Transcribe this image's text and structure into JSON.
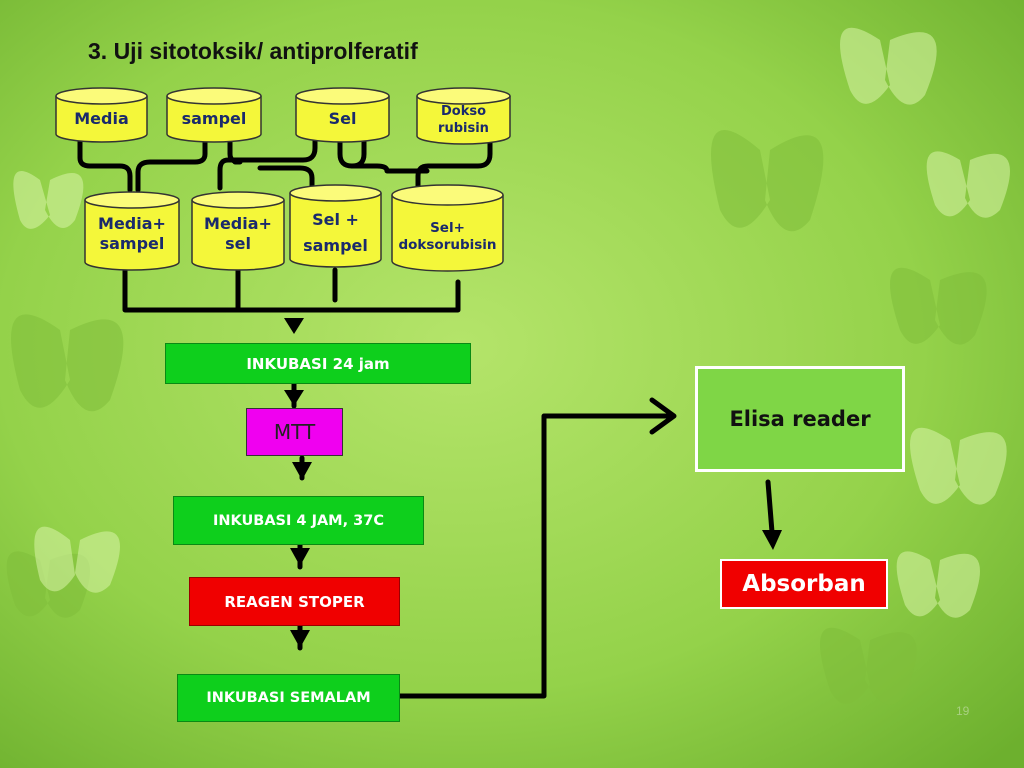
{
  "slide": {
    "title": "3.  Uji sitotoksik/ antiprolferatif",
    "page_number": "19"
  },
  "inputs": [
    "Media",
    "sampel",
    "Sel",
    "Dokso rubisin"
  ],
  "mixtures": [
    "Media+ sampel",
    "Media+ sel",
    "Sel + sampel",
    "Sel+ doksorubisin"
  ],
  "steps": {
    "incubate24": "INKUBASI  24 jam",
    "mtt": "MTT",
    "incubate4": "INKUBASI 4 JAM, 37C",
    "reagent": "REAGEN STOPER",
    "overnight": "INKUBASI SEMALAM"
  },
  "output": {
    "reader": "Elisa reader",
    "result": "Absorban"
  },
  "colors": {
    "cylinder": "#f4f73a",
    "green_box": "#0ecf1c",
    "red_box": "#f00000",
    "mtt_box": "#f000f0",
    "reader_box": "#7fd646"
  }
}
